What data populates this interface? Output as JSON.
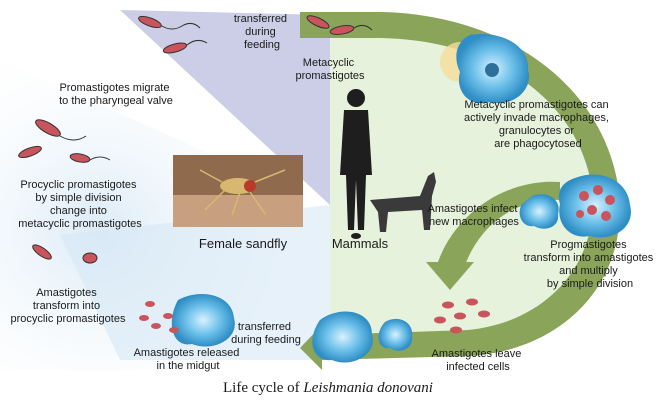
{
  "labels": {
    "transferred_top_1": "transferred",
    "transferred_top_2": "during",
    "transferred_top_3": "feeding",
    "metacyclic_1": "Metacyclic",
    "metacyclic_2": "promastigotes",
    "migrate_1": "Promastigotes migrate",
    "migrate_2": "to the pharyngeal valve",
    "invade_1": "Metacyclic promastigotes can",
    "invade_2": "actively invade macrophages,",
    "invade_3": "granulocytes or",
    "invade_4": "are phagocytosed",
    "procyclic_1": "Procyclic promastigotes",
    "procyclic_2": "by simple division",
    "procyclic_3": "change into",
    "procyclic_4": "metacyclic promastigotes",
    "female_sandfly": "Female sandfly",
    "mammals": "Mammals",
    "infect_1": "Amastigotes infect",
    "infect_2": "new macrophages",
    "prog_1": "Progmastigotes",
    "prog_2": "transform into amastigotes",
    "prog_3": "and multiply",
    "prog_4": "by simple division",
    "amas_transform_1": "Amastigotes",
    "amas_transform_2": "transform into",
    "amas_transform_3": "procyclic promastigotes",
    "transferred_bottom_1": "transferred",
    "transferred_bottom_2": "during feeding",
    "released_1": "Amastigotes released",
    "released_2": "in the midgut",
    "leave_1": "Amastigotes leave",
    "leave_2": "infected cells"
  },
  "caption": {
    "prefix": "Life cycle of ",
    "species": "Leishmania donovani"
  },
  "colors": {
    "arc_green": "#8aa55a",
    "field_green": "#e3f0da",
    "sandfly_blue": "#cfe2f2",
    "wedge_purple": "#b9bede",
    "parasite_red": "#c9545c",
    "macrophage_blue": "#4aa8d8",
    "silhouette": "#1e1e1e"
  }
}
